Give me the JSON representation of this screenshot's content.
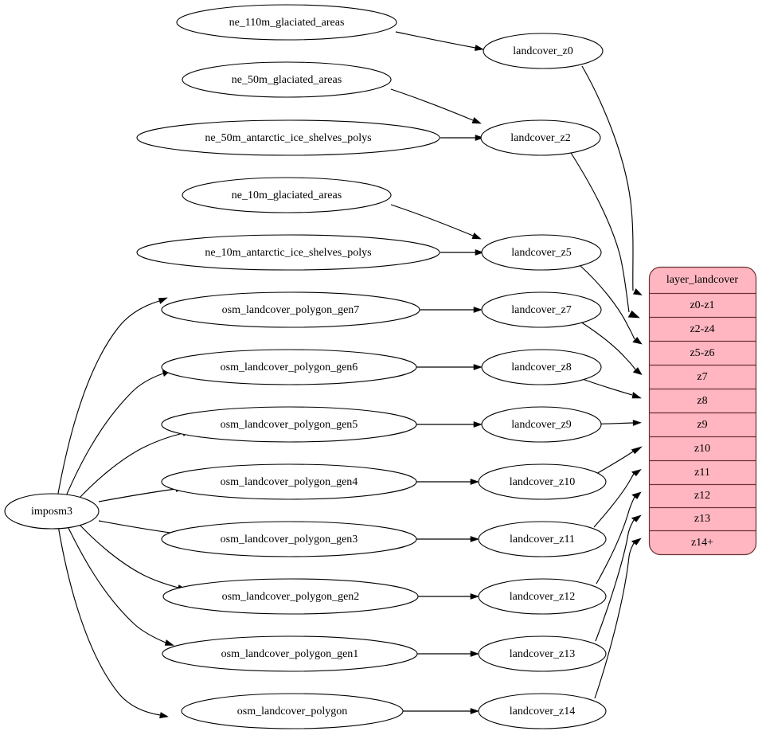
{
  "diagram": {
    "type": "graphviz-digraph",
    "background_color": "#ffffff",
    "edge_color": "#000000",
    "node_fill": "#ffffff",
    "node_stroke": "#000000",
    "record_fill": "#ffb6c1",
    "record_stroke": "#6b3333"
  },
  "source_node": {
    "label": "imposm3"
  },
  "natural_earth_sources": [
    {
      "label": "ne_110m_glaciated_areas"
    },
    {
      "label": "ne_50m_glaciated_areas"
    },
    {
      "label": "ne_50m_antarctic_ice_shelves_polys"
    },
    {
      "label": "ne_10m_glaciated_areas"
    },
    {
      "label": "ne_10m_antarctic_ice_shelves_polys"
    }
  ],
  "osm_tables": [
    {
      "label": "osm_landcover_polygon_gen7"
    },
    {
      "label": "osm_landcover_polygon_gen6"
    },
    {
      "label": "osm_landcover_polygon_gen5"
    },
    {
      "label": "osm_landcover_polygon_gen4"
    },
    {
      "label": "osm_landcover_polygon_gen3"
    },
    {
      "label": "osm_landcover_polygon_gen2"
    },
    {
      "label": "osm_landcover_polygon_gen1"
    },
    {
      "label": "osm_landcover_polygon"
    }
  ],
  "landcover_views": [
    {
      "label": "landcover_z0"
    },
    {
      "label": "landcover_z2"
    },
    {
      "label": "landcover_z5"
    },
    {
      "label": "landcover_z7"
    },
    {
      "label": "landcover_z8"
    },
    {
      "label": "landcover_z9"
    },
    {
      "label": "landcover_z10"
    },
    {
      "label": "landcover_z11"
    },
    {
      "label": "landcover_z12"
    },
    {
      "label": "landcover_z13"
    },
    {
      "label": "landcover_z14"
    }
  ],
  "layer_record": {
    "title": "layer_landcover",
    "rows": [
      {
        "label": "z0-z1"
      },
      {
        "label": "z2-z4"
      },
      {
        "label": "z5-z6"
      },
      {
        "label": "z7"
      },
      {
        "label": "z8"
      },
      {
        "label": "z9"
      },
      {
        "label": "z10"
      },
      {
        "label": "z11"
      },
      {
        "label": "z12"
      },
      {
        "label": "z13"
      },
      {
        "label": "z14+"
      }
    ]
  }
}
